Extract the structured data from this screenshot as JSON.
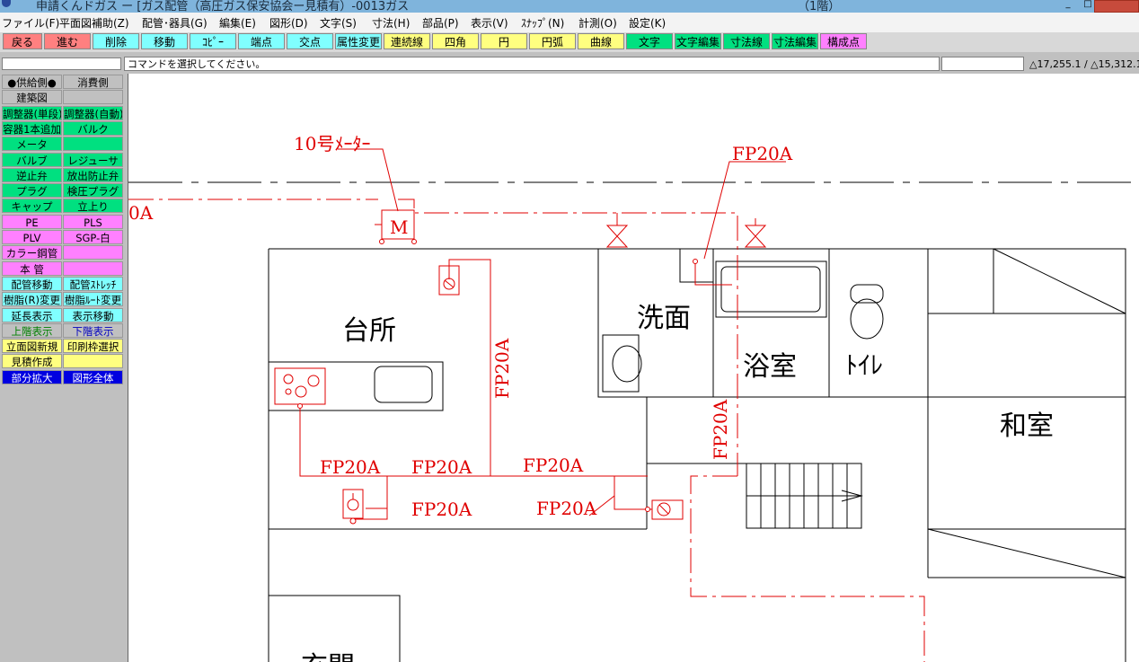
{
  "window": {
    "title": "申請くんドガス ー [ガス配管（高圧ガス保安協会ー見積有）-0013ガス",
    "level": "（1階）"
  },
  "menu": [
    {
      "id": "file",
      "label": "ファイル(F)"
    },
    {
      "id": "plan-aid",
      "label": "平面図補助(Z)"
    },
    {
      "id": "piping",
      "label": "配管･器具(G)"
    },
    {
      "id": "edit",
      "label": "編集(E)"
    },
    {
      "id": "shape",
      "label": "図形(D)"
    },
    {
      "id": "text",
      "label": "文字(S)"
    },
    {
      "id": "dim",
      "label": "寸法(H)"
    },
    {
      "id": "parts",
      "label": "部品(P)"
    },
    {
      "id": "view",
      "label": "表示(V)"
    },
    {
      "id": "snap",
      "label": "ｽﾅｯﾌﾟ(N)"
    },
    {
      "id": "measure",
      "label": "計測(O)"
    },
    {
      "id": "settings",
      "label": "設定(K)"
    }
  ],
  "toolbar": [
    {
      "id": "back",
      "label": "戻る",
      "color": "#ff8080"
    },
    {
      "id": "forward",
      "label": "進む",
      "color": "#ff8080"
    },
    {
      "id": "delete",
      "label": "削除",
      "color": "#80ffff"
    },
    {
      "id": "move",
      "label": "移動",
      "color": "#80ffff"
    },
    {
      "id": "copy",
      "label": "ｺﾋﾟｰ",
      "color": "#80ffff"
    },
    {
      "id": "endpoint",
      "label": "端点",
      "color": "#80ffff"
    },
    {
      "id": "intersection",
      "label": "交点",
      "color": "#80ffff"
    },
    {
      "id": "attr-change",
      "label": "属性変更",
      "color": "#80ffff"
    },
    {
      "id": "polyline",
      "label": "連続線",
      "color": "#ffff80"
    },
    {
      "id": "rect",
      "label": "四角",
      "color": "#ffff80"
    },
    {
      "id": "circle",
      "label": "円",
      "color": "#ffff80"
    },
    {
      "id": "arc",
      "label": "円弧",
      "color": "#ffff80"
    },
    {
      "id": "curve",
      "label": "曲線",
      "color": "#ffff80"
    },
    {
      "id": "text",
      "label": "文字",
      "color": "#00e080"
    },
    {
      "id": "text-edit",
      "label": "文字編集",
      "color": "#00e080"
    },
    {
      "id": "dim-line",
      "label": "寸法線",
      "color": "#00e080"
    },
    {
      "id": "dim-edit",
      "label": "寸法編集",
      "color": "#00e080"
    },
    {
      "id": "components",
      "label": "構成点",
      "color": "#ff80ff"
    }
  ],
  "status": {
    "command_prompt": "コマンドを選択してください。",
    "coordinates": "△17,255.1 / △15,312.1"
  },
  "sidebar": [
    {
      "left": {
        "label": "●供給側●",
        "color": "#c0c0c0",
        "text": "#000"
      },
      "right": {
        "label": "消費側",
        "color": "#c0c0c0",
        "text": "#000"
      }
    },
    {
      "left": {
        "label": "建築図",
        "color": "#c0c0c0",
        "text": "#000"
      },
      "right": {
        "label": "",
        "color": "#c0c0c0",
        "text": "#000"
      }
    },
    {
      "left": {
        "label": "調整器(単段)",
        "color": "#00e080",
        "text": "#000"
      },
      "right": {
        "label": "調整器(自動)",
        "color": "#00e080",
        "text": "#000"
      }
    },
    {
      "left": {
        "label": "容器1本追加",
        "color": "#00e080",
        "text": "#000"
      },
      "right": {
        "label": "バルク",
        "color": "#00e080",
        "text": "#000"
      }
    },
    {
      "left": {
        "label": "メータ",
        "color": "#00e080",
        "text": "#000"
      },
      "right": {
        "label": "",
        "color": "#00e080",
        "text": "#000"
      }
    },
    {
      "left": {
        "label": "バルブ",
        "color": "#00e080",
        "text": "#000"
      },
      "right": {
        "label": "レジューサ",
        "color": "#00e080",
        "text": "#000"
      }
    },
    {
      "left": {
        "label": "逆止弁",
        "color": "#00e080",
        "text": "#000"
      },
      "right": {
        "label": "放出防止弁",
        "color": "#00e080",
        "text": "#000"
      }
    },
    {
      "left": {
        "label": "プラグ",
        "color": "#00e080",
        "text": "#000"
      },
      "right": {
        "label": "検圧プラグ",
        "color": "#00e080",
        "text": "#000"
      }
    },
    {
      "left": {
        "label": "キャップ",
        "color": "#00e080",
        "text": "#000"
      },
      "right": {
        "label": "立上り",
        "color": "#00e080",
        "text": "#000"
      }
    },
    {
      "left": {
        "label": "PE",
        "color": "#ff80ff",
        "text": "#000"
      },
      "right": {
        "label": "PLS",
        "color": "#ff80ff",
        "text": "#000"
      }
    },
    {
      "left": {
        "label": "PLV",
        "color": "#ff80ff",
        "text": "#000"
      },
      "right": {
        "label": "SGP-白",
        "color": "#ff80ff",
        "text": "#000"
      }
    },
    {
      "left": {
        "label": "カラー鋼管",
        "color": "#ff80ff",
        "text": "#000"
      },
      "right": {
        "label": "",
        "color": "#ff80ff",
        "text": "#000"
      }
    },
    {
      "left": {
        "label": "本 管",
        "color": "#ff80ff",
        "text": "#000"
      },
      "right": {
        "label": "",
        "color": "#ff80ff",
        "text": "#000"
      }
    },
    {
      "left": {
        "label": "配管移動",
        "color": "#80ffff",
        "text": "#000"
      },
      "right": {
        "label": "配管ｽﾄﾚｯﾁ",
        "color": "#80ffff",
        "text": "#000"
      }
    },
    {
      "left": {
        "label": "樹脂(R)変更",
        "color": "#80ffff",
        "text": "#000"
      },
      "right": {
        "label": "樹脂ﾙｰﾄ変更",
        "color": "#80ffff",
        "text": "#000"
      }
    },
    {
      "left": {
        "label": "延長表示",
        "color": "#80ffff",
        "text": "#000"
      },
      "right": {
        "label": "表示移動",
        "color": "#80ffff",
        "text": "#000"
      }
    },
    {
      "left": {
        "label": "上階表示",
        "color": "#c0c0c0",
        "text": "#008000"
      },
      "right": {
        "label": "下階表示",
        "color": "#c0c0c0",
        "text": "#0000c0"
      }
    },
    {
      "left": {
        "label": "立面図新規",
        "color": "#ffff80",
        "text": "#000"
      },
      "right": {
        "label": "印刷枠選択",
        "color": "#ffff80",
        "text": "#000"
      }
    },
    {
      "left": {
        "label": "見積作成",
        "color": "#ffff80",
        "text": "#000"
      },
      "right": {
        "label": "",
        "color": "#ffff80",
        "text": "#000"
      }
    },
    {
      "left": {
        "label": "部分拡大",
        "color": "#0000e0",
        "text": "#fff"
      },
      "right": {
        "label": "図形全体",
        "color": "#0000e0",
        "text": "#fff"
      }
    }
  ],
  "drawing": {
    "meter_label": "10号ﾒｰﾀｰ",
    "pipe_label": "FP20A",
    "partial_label": "0A",
    "rooms": {
      "kitchen": "台所",
      "washroom": "洗面",
      "bathroom": "浴室",
      "toilet": "ﾄｲﾚ",
      "japanese_room": "和室",
      "entrance_partial": "玄関"
    },
    "meter_symbol": "M",
    "pipe_color": "#e00000"
  }
}
